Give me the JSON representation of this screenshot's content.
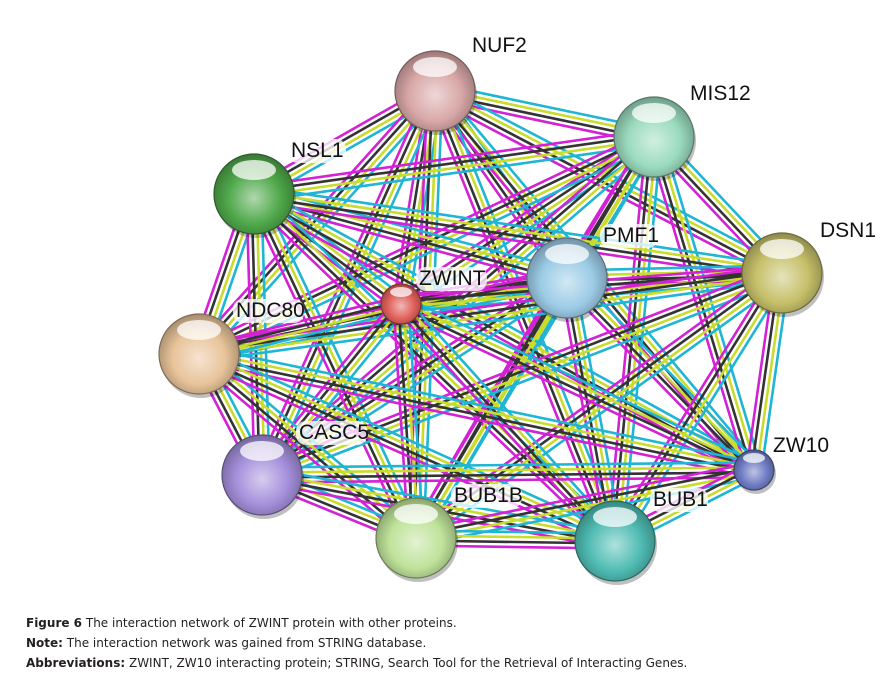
{
  "figure": {
    "caption": {
      "label": "Figure 6",
      "text": "The interaction network of ZWINT protein with other proteins."
    },
    "note": {
      "label": "Note:",
      "text": "The interaction network was gained from STRING database."
    },
    "abbreviations": {
      "label": "Abbreviations:",
      "text": "ZWINT, ZW10 interacting protein; STRING, Search Tool for the Retrieval of Interacting Genes."
    }
  },
  "network": {
    "edge_colors": [
      "#1fb5d4",
      "#c9dc2b",
      "#333333",
      "#d321d6"
    ],
    "nodes": [
      {
        "id": "NUF2",
        "label": "NUF2",
        "color": "#d9a7a7",
        "size": "large"
      },
      {
        "id": "MIS12",
        "label": "MIS12",
        "color": "#9adbbd",
        "size": "large"
      },
      {
        "id": "NSL1",
        "label": "NSL1",
        "color": "#4fa84a",
        "size": "large"
      },
      {
        "id": "PMF1",
        "label": "PMF1",
        "color": "#9ccbe6",
        "size": "large"
      },
      {
        "id": "DSN1",
        "label": "DSN1",
        "color": "#c6c06a",
        "size": "large"
      },
      {
        "id": "ZWINT",
        "label": "ZWINT",
        "color": "#e0605a",
        "size": "small"
      },
      {
        "id": "NDC80",
        "label": "NDC80",
        "color": "#e8c49a",
        "size": "large"
      },
      {
        "id": "CASC5",
        "label": "CASC5",
        "color": "#a48fdb",
        "size": "large"
      },
      {
        "id": "ZW10",
        "label": "ZW10",
        "color": "#6f7cc4",
        "size": "small"
      },
      {
        "id": "BUB1B",
        "label": "BUB1B",
        "color": "#bfe39a",
        "size": "large"
      },
      {
        "id": "BUB1",
        "label": "BUB1",
        "color": "#4fbcb3",
        "size": "large"
      }
    ]
  }
}
